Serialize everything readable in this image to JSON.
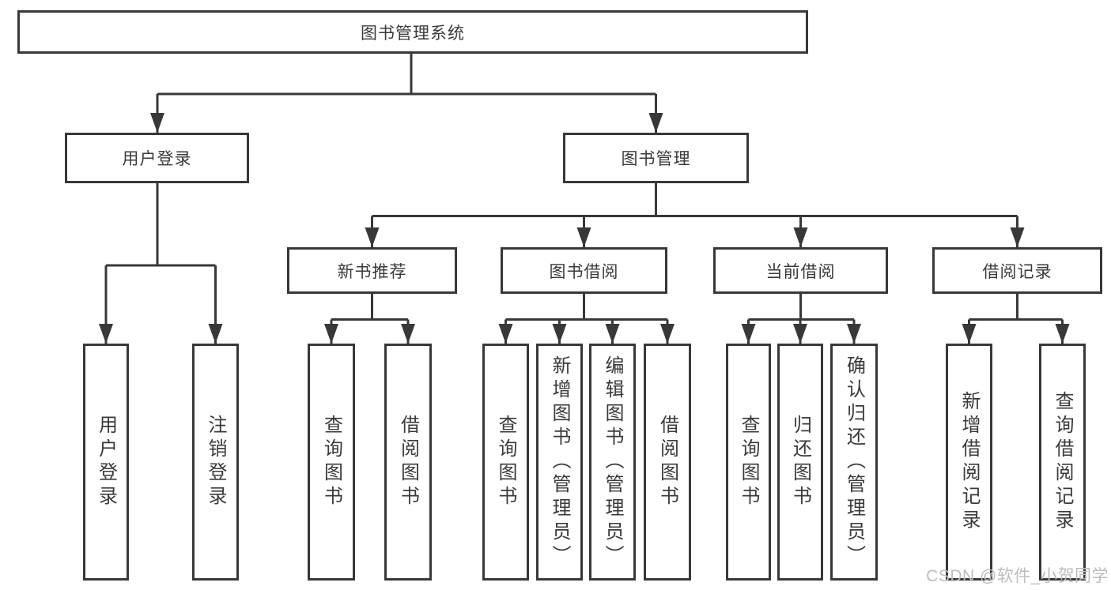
{
  "tree": {
    "root": {
      "label": "图书管理系统"
    },
    "branches": [
      {
        "label": "用户登录",
        "children": [
          {
            "label": "用户登录"
          },
          {
            "label": "注销登录"
          }
        ]
      },
      {
        "label": "图书管理",
        "children": [
          {
            "label": "新书推荐",
            "children": [
              {
                "label": "查询图书"
              },
              {
                "label": "借阅图书"
              }
            ]
          },
          {
            "label": "图书借阅",
            "children": [
              {
                "label": "查询图书"
              },
              {
                "label": "新增图书（管理员）"
              },
              {
                "label": "编辑图书（管理员）"
              },
              {
                "label": "借阅图书"
              }
            ]
          },
          {
            "label": "当前借阅",
            "children": [
              {
                "label": "查询图书"
              },
              {
                "label": "归还图书"
              },
              {
                "label": "确认归还（管理员）"
              }
            ]
          },
          {
            "label": "借阅记录",
            "children": [
              {
                "label": "新增借阅记录"
              },
              {
                "label": "查询借阅记录"
              }
            ]
          }
        ]
      }
    ]
  },
  "watermark": {
    "text": "CSDN @软件_小贺同学"
  },
  "colors": {
    "line": "#383838",
    "box_border": "#383838",
    "box_fill": "#ffffff",
    "text": "#3a3a3a",
    "watermark": "#bdbdbd",
    "background": "#ffffff"
  }
}
